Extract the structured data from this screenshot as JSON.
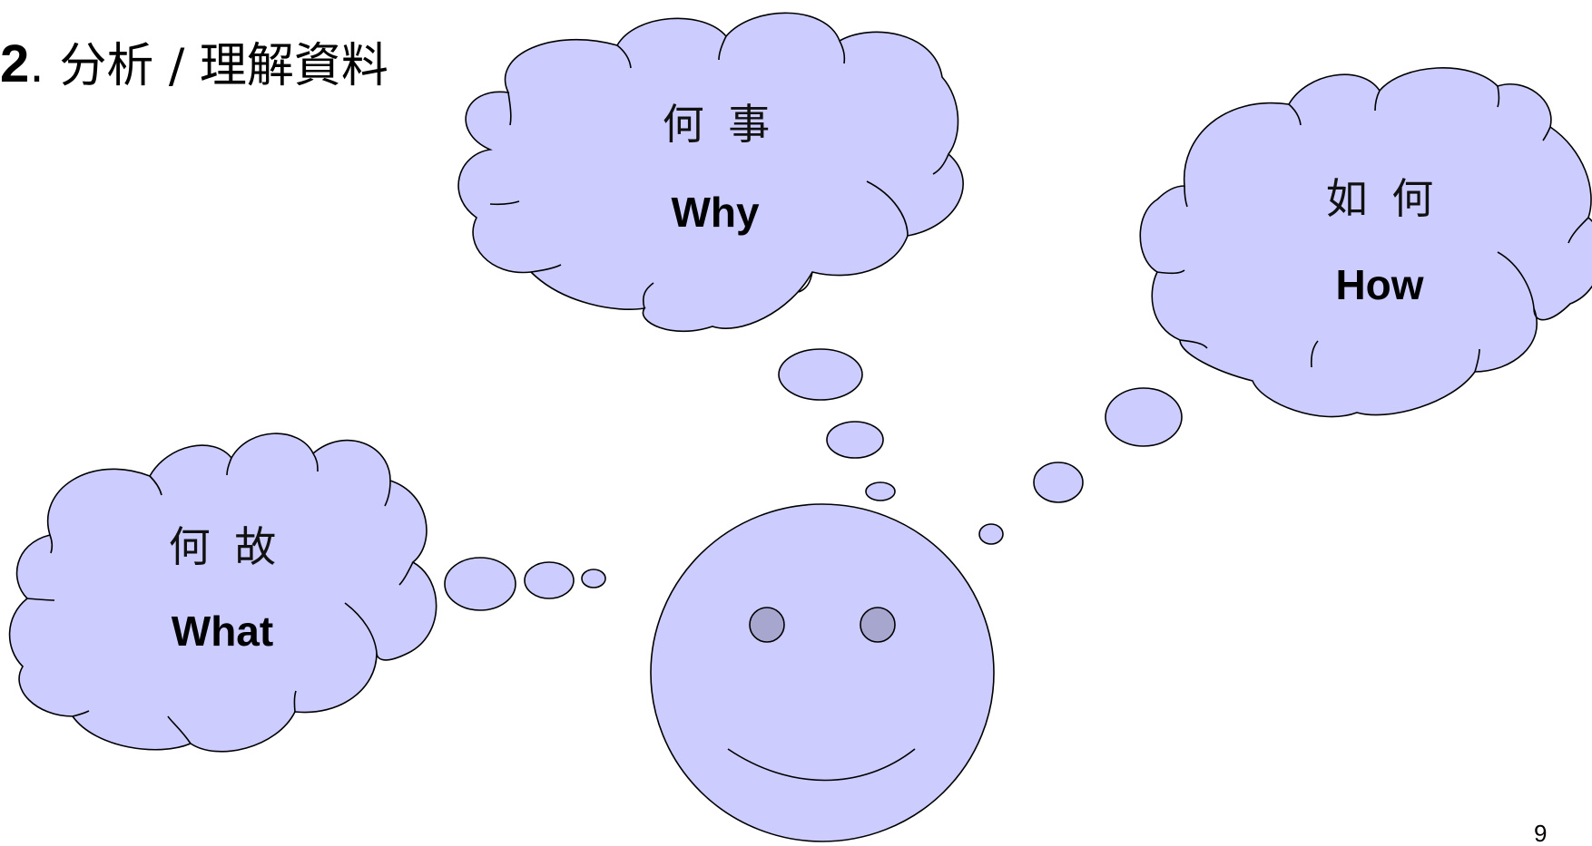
{
  "slide": {
    "title_number": "2",
    "title_text": ". 分析 / 理解資料",
    "page_number": "9"
  },
  "clouds": {
    "why": {
      "chinese": "何 事",
      "english": "Why"
    },
    "how": {
      "chinese": "如 何",
      "english": "How"
    },
    "what": {
      "chinese": "何 故",
      "english": "What"
    }
  },
  "colors": {
    "cloud_fill": "#ccccff",
    "eye_fill": "#a6a6cf",
    "outline": "#000000",
    "background": "#ffffff"
  }
}
